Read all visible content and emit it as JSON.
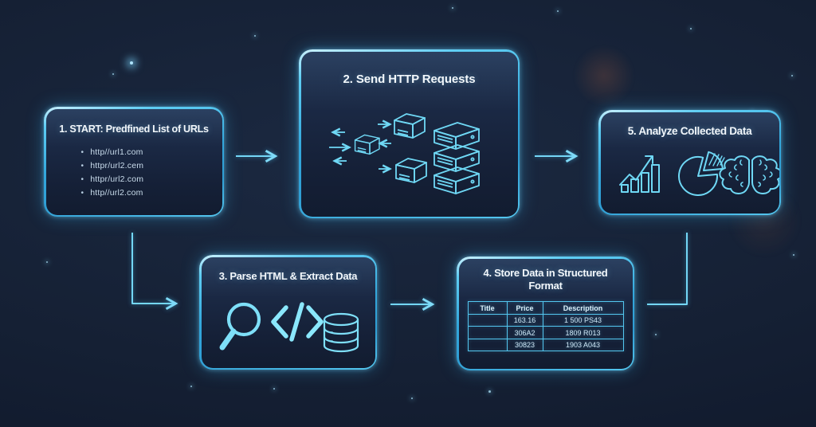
{
  "flow": {
    "steps": [
      {
        "id": "start",
        "title": "1. START: Predfined List of URLs",
        "urls": [
          "http//url1.com",
          "httpr/url2.cem",
          "httpr/url2.com",
          "http//url2.com"
        ]
      },
      {
        "id": "send-requests",
        "title": "2. Send HTTP Requests",
        "icons": [
          "request-cube",
          "transfer-arrows",
          "server-stack"
        ]
      },
      {
        "id": "parse-extract",
        "title": "3. Parse HTML & Extract Data",
        "icons": [
          "magnifier",
          "code-tag",
          "database"
        ]
      },
      {
        "id": "store-structured",
        "title": "4. Store Data in Structured Format",
        "table": {
          "headers": [
            "Title",
            "Price",
            "Description"
          ],
          "rows": [
            [
              "",
              "163.16",
              "1 500 PS43"
            ],
            [
              "",
              "306A2",
              "1809 R013"
            ],
            [
              "",
              "30823",
              "1903 A043"
            ]
          ]
        }
      },
      {
        "id": "analyze",
        "title": "5. Analyze Collected Data",
        "icons": [
          "bar-chart",
          "pie-chart",
          "brain"
        ]
      }
    ],
    "colors": {
      "background": "#141e31",
      "accent": "#56cbf1",
      "arrow": "#74d7f7",
      "title_text": "#f2f7fb",
      "muted_text": "#c9dcec",
      "table_line": "#53c6ef"
    }
  }
}
